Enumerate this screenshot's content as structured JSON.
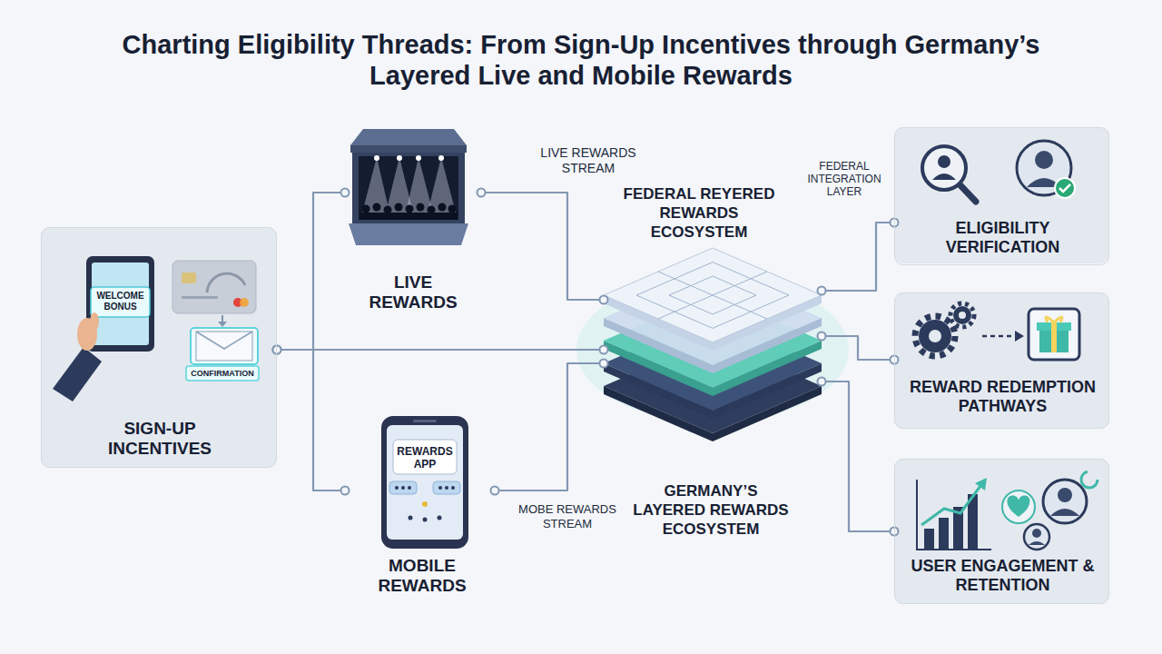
{
  "diagram": {
    "title": "Charting Eligibility Threads: From Sign-Up Incentives through Germany’s Layered Live and Mobile Rewards",
    "nodes": [
      {
        "text": [
          "SIGN-UP INCENTIVES"
        ]
      },
      {
        "text": [
          "LIVE REWARDS"
        ]
      },
      {
        "text": [
          "REWARDS APP",
          "MOBILE REWARDS"
        ]
      },
      {
        "text": [
          "FEDERAL REYERED REWARDS ECOSYSTEM",
          "GERMANY’S LAYERED REWARDS ECOSYSTEM"
        ]
      },
      {
        "text": [
          "ELIGIBILITY VERIFICATION"
        ]
      },
      {
        "text": [
          "REWARD REDEMPTION PATHWAYS"
        ]
      },
      {
        "text": [
          "USER ENGAGEMENT & RETENTION"
        ]
      }
    ],
    "edges": [
      {
        "from": 0,
        "to": 1,
        "arrow": "none"
      },
      {
        "from": 0,
        "to": 3,
        "arrow": "none"
      },
      {
        "from": 0,
        "to": 2,
        "arrow": "none"
      },
      {
        "from": 1,
        "to": 3,
        "arrow": "none",
        "label": "LIVE REWARDS STREAM"
      },
      {
        "from": 2,
        "to": 3,
        "arrow": "none",
        "label": "MOBE REWARDS STREAM"
      },
      {
        "from": 3,
        "to": 4,
        "arrow": "none",
        "label": "FEDERAL INTEGRATION LAYER"
      },
      {
        "from": 3,
        "to": 5,
        "arrow": "none"
      },
      {
        "from": 3,
        "to": 6,
        "arrow": "none"
      }
    ],
    "labels": [
      "WELCOME BONUS",
      "CONFIRMATION"
    ]
  }
}
